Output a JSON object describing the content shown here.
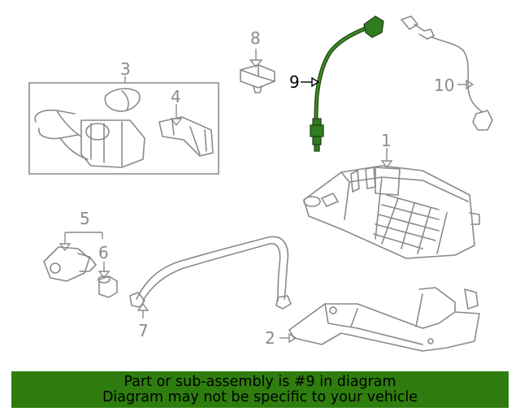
{
  "diagram": {
    "highlight_color": "#2e7d0e",
    "callouts": {
      "c1": "1",
      "c2": "2",
      "c3": "3",
      "c4": "4",
      "c5": "5",
      "c6": "6",
      "c7": "7",
      "c8": "8",
      "c9": "9",
      "c10": "10"
    },
    "highlighted_part": "9"
  },
  "banner": {
    "line1": "Part or sub-assembly is #9 in diagram",
    "line2": "Diagram may not be specific to your vehicle"
  }
}
